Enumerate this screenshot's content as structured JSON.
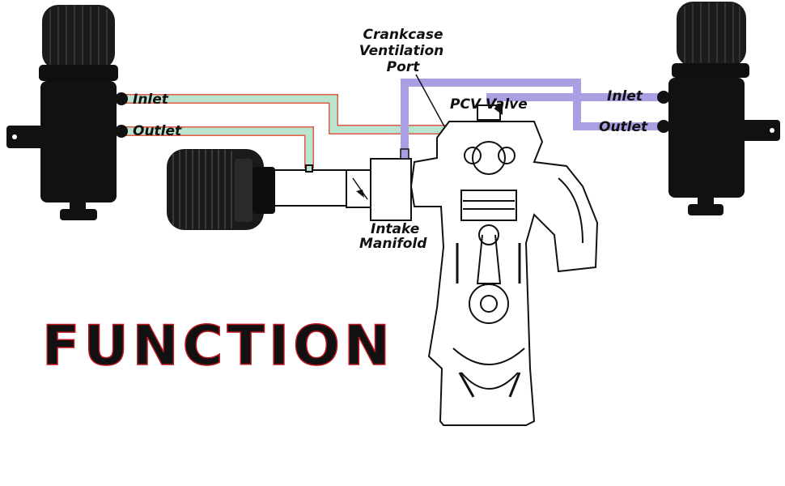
{
  "labels": {
    "crankcase_port": [
      "Crankcase",
      "Ventilation",
      "Port"
    ],
    "pcv_valve": "PCV Valve",
    "intake_manifold": [
      "Intake",
      "Manifold"
    ],
    "left_inlet": "Inlet",
    "left_outlet": "Outlet",
    "right_inlet": "Inlet",
    "right_outlet": "Outlet"
  },
  "title": "FUNCTION",
  "colors": {
    "green_hose": "#b9e5cf",
    "green_hose_edge": "#e25a4a",
    "purple_hose": "#a9a0e3",
    "title_outline": "#c0161e",
    "can_body": "#111111"
  },
  "icons": [
    "catch-can-left",
    "catch-can-right",
    "breather-filter",
    "engine-cutaway",
    "flow-arrow"
  ]
}
